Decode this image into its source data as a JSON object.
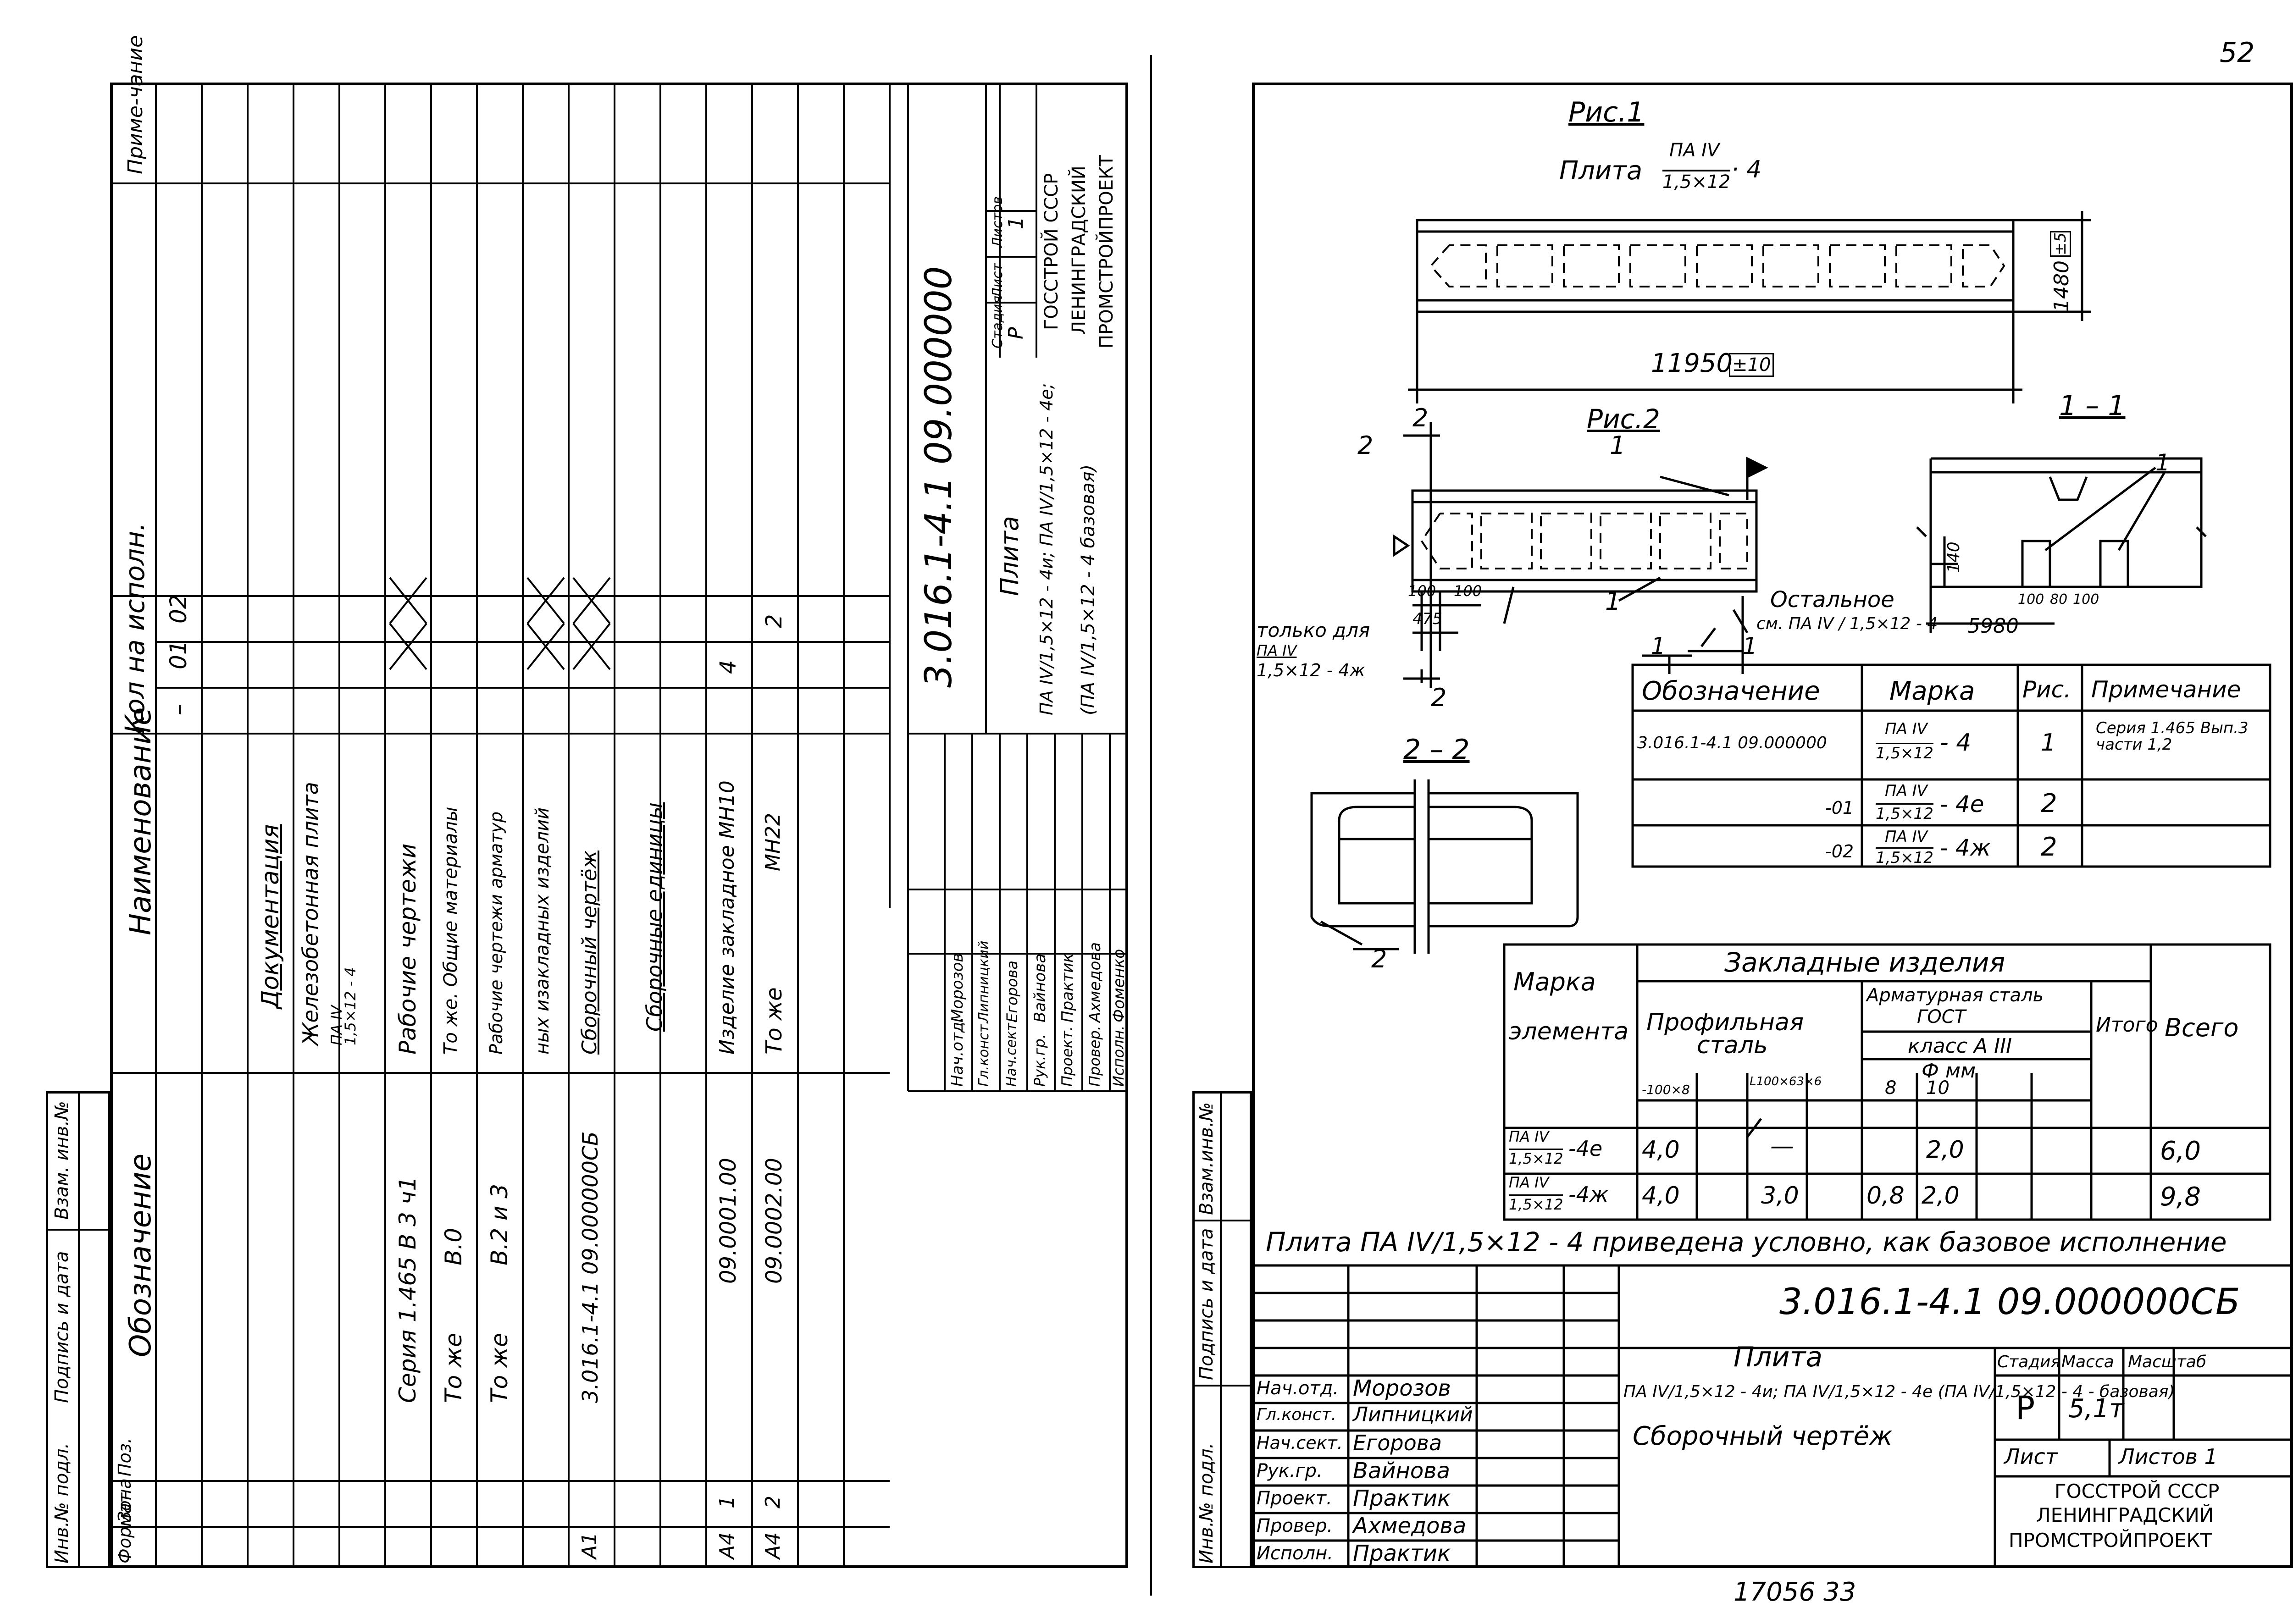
{
  "corner_mark": "52",
  "left_sheet": {
    "header_row": {
      "format": "Формат",
      "zone": "Зона",
      "pos": "Поз.",
      "designation": "Обозначение",
      "name": "Наименование",
      "qty_title": "Кол на исполн.",
      "qty_cols": [
        "–",
        "01",
        "02"
      ],
      "note": "Приме-чание"
    },
    "rows": {
      "r1": "Документация",
      "r2a": "Железобетонная плита",
      "r2b": "ПА IV",
      "r2c": "1,5×12 - 4",
      "r3_des": "Серия 1.465 В 3 ч1",
      "r3_name": "Рабочие чертежи",
      "r4_des": "То же",
      "r4_sub": "В.0",
      "r4_name": "То же. Общие материалы",
      "r5_des": "То же",
      "r5_sub": "В.2 и 3",
      "r5_name": "Рабочие чертежи арматур",
      "r6_name": "ных изакладных изделий",
      "r7_fmt": "А1",
      "r7_des": "3.016.1-4.1 09.000000СБ",
      "r7_name": "Сборочный чертёж",
      "r8_name": "Сборочные единицы",
      "r9_fmt": "А4",
      "r9_pos": "1",
      "r9_des": "09.0001.00",
      "r9_name": "Изделие закладное МН10",
      "r9_qty": "4",
      "r10_fmt": "А4",
      "r10_pos": "2",
      "r10_des": "09.0002.00",
      "r10_name": "То же",
      "r10_sub": "МН22",
      "r10_qty": "2"
    },
    "side_strip": [
      "Инв.№ подл.",
      "Подпись и дата",
      "Взам. инв.№"
    ],
    "title_block": {
      "code": "3.016.1-4.1  09.000000",
      "title": "Плита",
      "subtitle_1": "ПА IV/1,5×12 - 4и; ПА IV/1,5×12 - 4е;",
      "subtitle_2": "(ПА IV/1,5×12 - 4  базовая)",
      "stage_label": "Стадия",
      "stage": "Р",
      "sheet_label": "Лист",
      "sheet": "",
      "sheets_label": "Листов",
      "sheets": "1",
      "org_1": "ГОССТРОЙ СССР",
      "org_2": "ЛЕНИНГРАДСКИЙ",
      "org_3": "ПРОМСТРОЙПРОЕКТ",
      "people": [
        {
          "role": "Нач.отд.",
          "name": "Морозов"
        },
        {
          "role": "Гл.конст.",
          "name": "Липницкий"
        },
        {
          "role": "Нач.сект.",
          "name": "Егорова"
        },
        {
          "role": "Рук.гр.",
          "name": "Вайнова"
        },
        {
          "role": "Проект.",
          "name": "Практик"
        },
        {
          "role": "Провер.",
          "name": "Ахмедова"
        },
        {
          "role": "Исполн.",
          "name": "Фоменко"
        }
      ]
    }
  },
  "right_sheet": {
    "fig1": {
      "label": "Рис.1",
      "caption": "Плита",
      "mark_num": "ПА IV",
      "mark_den": "1,5×12",
      "mark_suf": "· 4",
      "dim_len": "11950",
      "dim_tol": "±10",
      "dim_h": "1480",
      "dim_h_tol": "±5"
    },
    "fig2": {
      "label": "Рис.2",
      "only_for": "только для",
      "only_mark_1": "ПА IV",
      "only_mark_2": "1,5×12 - 4ж",
      "d100a": "100",
      "d100b": "100",
      "d475": "475",
      "rest_1": "Остальное",
      "rest_2": "см. ПА IV / 1,5×12 - 4",
      "n1": "1",
      "n2": "2",
      "n1b": "1",
      "n2b": "2",
      "sec1": "1",
      "sec1b": "1",
      "sec2": "2"
    },
    "section_11": {
      "label": "1 – 1",
      "d140": "140",
      "d100": "100",
      "d80": "80",
      "d100b": "100",
      "d5980": "5980",
      "n1": "1"
    },
    "section_22": {
      "label": "2 – 2",
      "n2": "2"
    },
    "mark_table": {
      "headers": [
        "Обозначение",
        "Марка",
        "Рис.",
        "Примечание"
      ],
      "rows": [
        {
          "des": "3.016.1-4.1 09.000000",
          "num": "ПА IV",
          "den": "1,5×12",
          "suf": "- 4",
          "fig": "1",
          "note": "Серия 1.465 Вып.3 части 1,2"
        },
        {
          "des": "-01",
          "num": "ПА IV",
          "den": "1,5×12",
          "suf": "- 4е",
          "fig": "2",
          "note": ""
        },
        {
          "des": "-02",
          "num": "ПА IV",
          "den": "1,5×12",
          "suf": "- 4ж",
          "fig": "2",
          "note": ""
        }
      ]
    },
    "embed_table": {
      "h_mark_1": "Марка",
      "h_mark_2": "элемента",
      "h_embedded": "Закладные изделия",
      "h_profile_1": "Профильная",
      "h_profile_2": "сталь",
      "h_rebar_1": "Арматурная сталь",
      "h_rebar_2": "ГОСТ",
      "h_class": "класс А III",
      "h_fmm": "Ф мм",
      "h_itogo": "Итого",
      "h_vsego": "Всего",
      "sub_p1": "-100×8",
      "sub_p2": "L100×63×6",
      "sub_d8": "8",
      "sub_d10": "10",
      "rows": [
        {
          "num": "ПА IV",
          "den": "1,5×12",
          "suf": "-4е",
          "p1": "4,0",
          "p2": "—",
          "d8": "",
          "d10": "2,0",
          "itogo": "",
          "total": "6,0"
        },
        {
          "num": "ПА IV",
          "den": "1,5×12",
          "suf": "-4ж",
          "p1": "4,0",
          "p2": "3,0",
          "d8": "0,8",
          "d10": "2,0",
          "itogo": "",
          "total": "9,8"
        }
      ]
    },
    "note_line": "Плита ПА IV/1,5×12 - 4 приведена условно, как базовое исполнение",
    "title_block": {
      "code": "3.016.1-4.1   09.000000СБ",
      "title": "Плита",
      "subtitle": "ПА IV/1,5×12 - 4и; ПА IV/1,5×12 - 4е (ПА IV/1,5×12 - 4 - базовая)",
      "subtitle_2": "Сборочный чертёж",
      "stage_label": "Стадия",
      "mass_label": "Масса",
      "scale_label": "Масштаб",
      "stage": "Р",
      "mass": "5,1т",
      "sheet_label": "Лист",
      "sheets_label": "Листов 1",
      "org_1": "ГОССТРОЙ СССР",
      "org_2": "ЛЕНИНГРАДСКИЙ",
      "org_3": "ПРОМСТРОЙПРОЕКТ",
      "people": [
        {
          "role": "Нач.отд.",
          "name": "Морозов"
        },
        {
          "role": "Гл.конст.",
          "name": "Липницкий"
        },
        {
          "role": "Нач.сект.",
          "name": "Егорова"
        },
        {
          "role": "Рук.гр.",
          "name": "Вайнова"
        },
        {
          "role": "Проект.",
          "name": "Практик"
        },
        {
          "role": "Провер.",
          "name": "Ахмедова"
        },
        {
          "role": "Исполн.",
          "name": "Практик"
        }
      ]
    },
    "side_strip": [
      "Инв.№ подл.",
      "Подпись и дата",
      "Взам.инв.№"
    ],
    "bottom_num": "17056   33"
  }
}
